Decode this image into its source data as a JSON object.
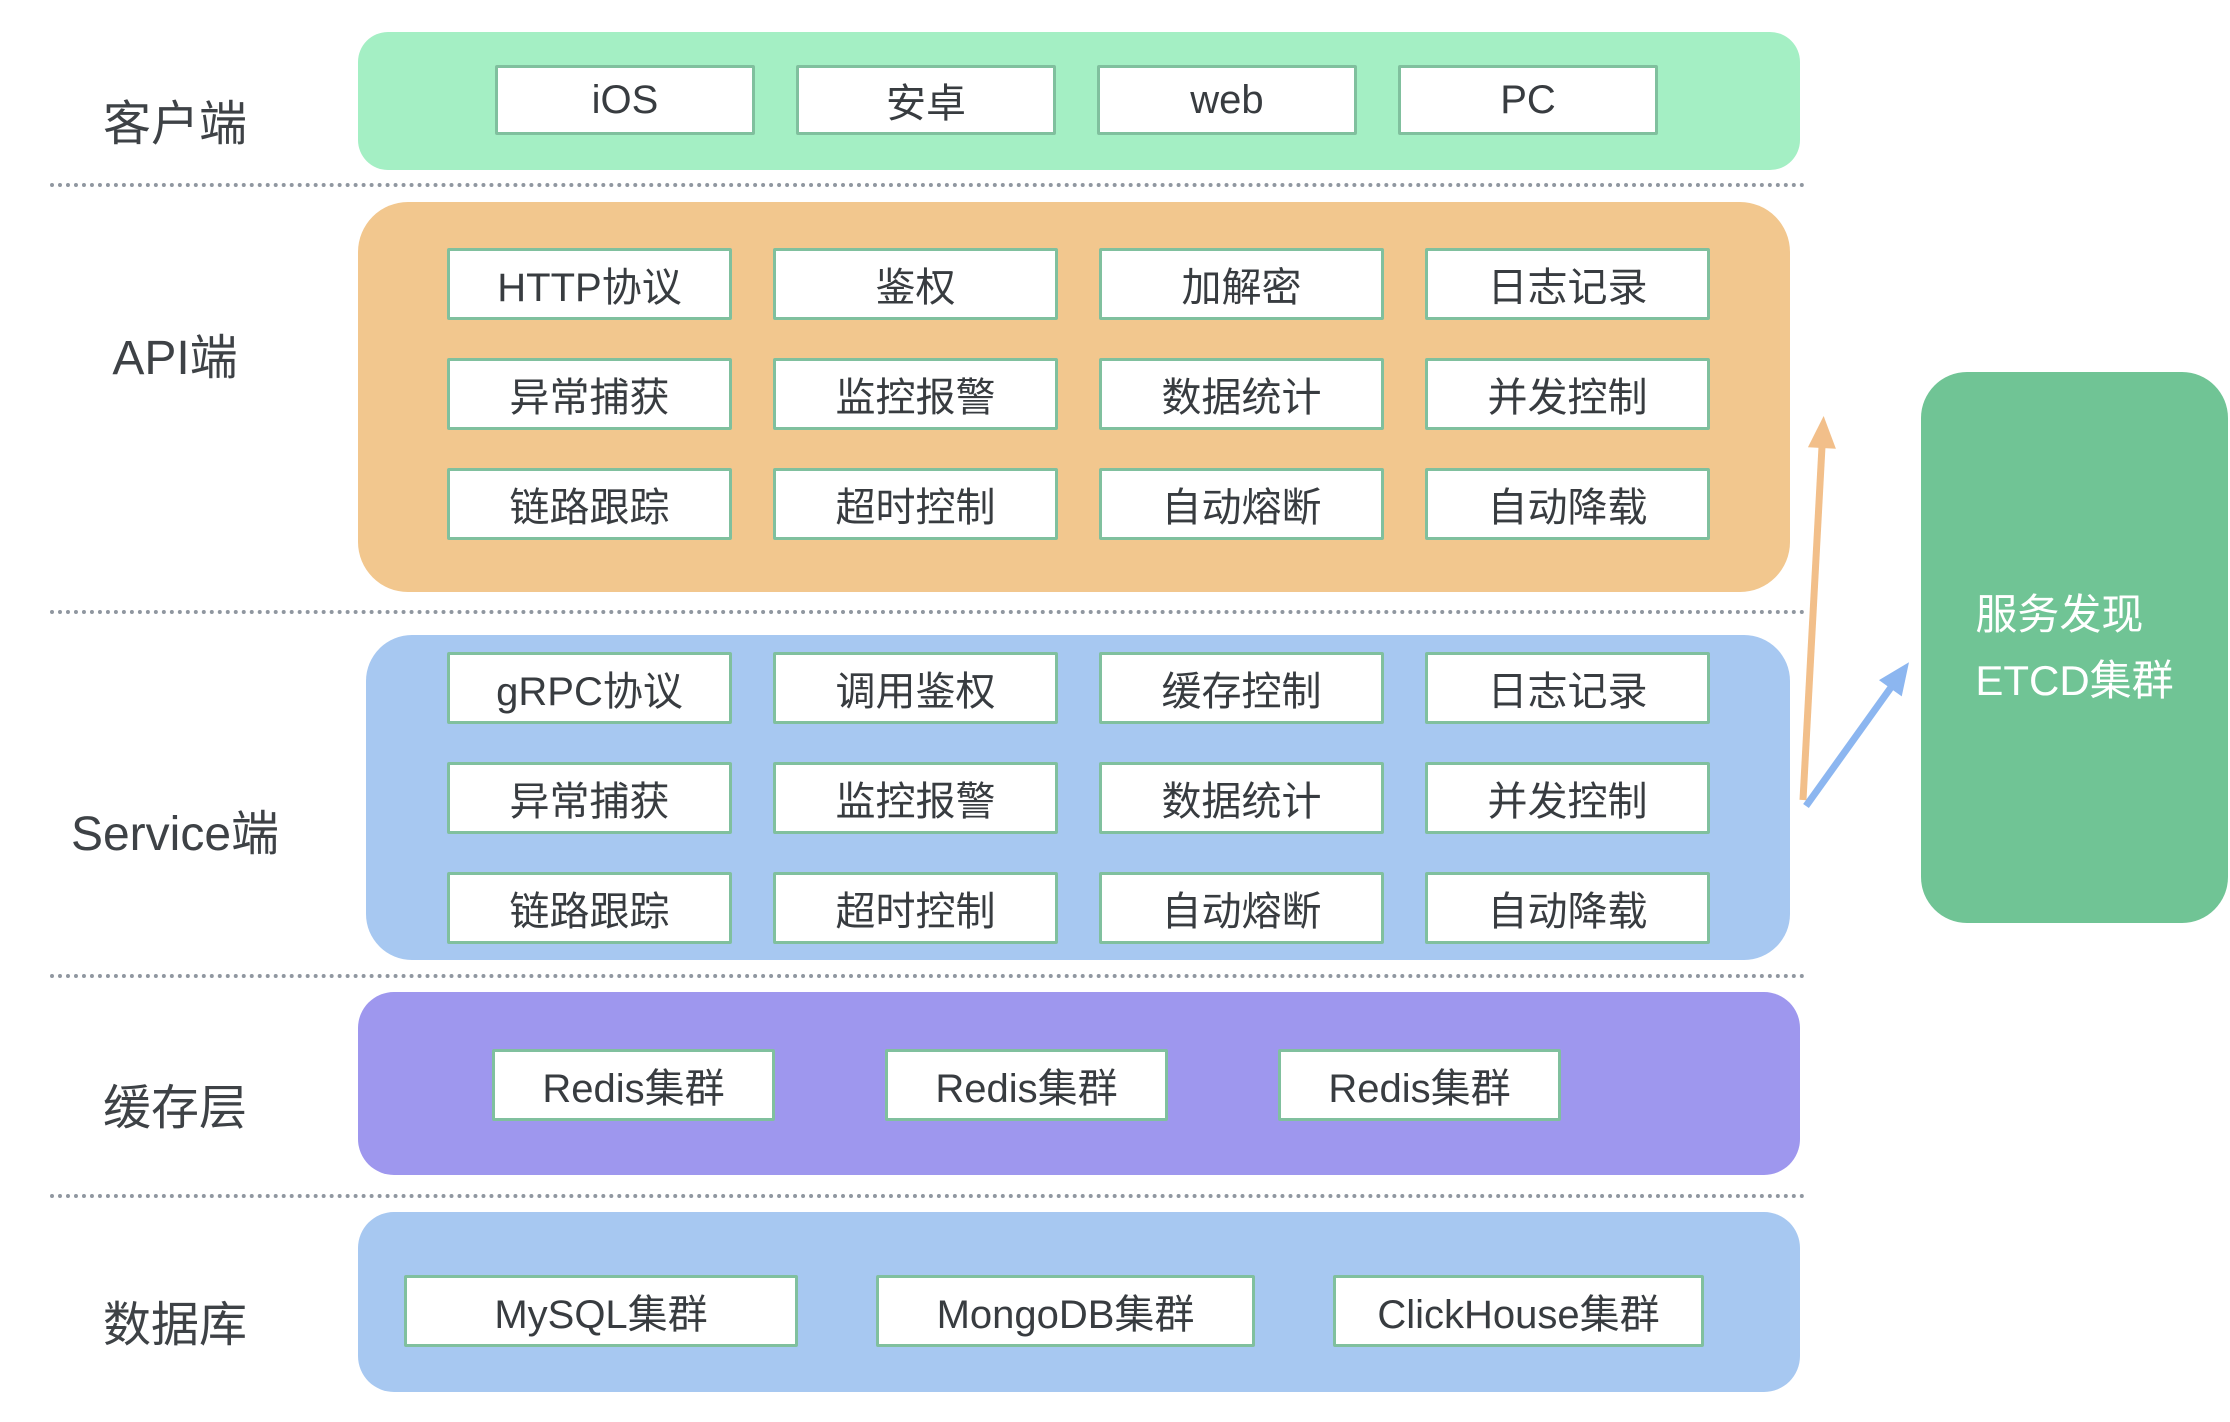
{
  "diagram": {
    "layers": [
      {
        "id": "client",
        "label": "客户端",
        "items": [
          "iOS",
          "安卓",
          "web",
          "PC"
        ]
      },
      {
        "id": "api",
        "label": "API端",
        "items": [
          "HTTP协议",
          "鉴权",
          "加解密",
          "日志记录",
          "异常捕获",
          "监控报警",
          "数据统计",
          "并发控制",
          "链路跟踪",
          "超时控制",
          "自动熔断",
          "自动降载"
        ]
      },
      {
        "id": "service",
        "label": "Service端",
        "items": [
          "gRPC协议",
          "调用鉴权",
          "缓存控制",
          "日志记录",
          "异常捕获",
          "监控报警",
          "数据统计",
          "并发控制",
          "链路跟踪",
          "超时控制",
          "自动熔断",
          "自动降载"
        ]
      },
      {
        "id": "cache",
        "label": "缓存层",
        "items": [
          "Redis集群",
          "Redis集群",
          "Redis集群"
        ]
      },
      {
        "id": "database",
        "label": "数据库",
        "items": [
          "MySQL集群",
          "MongoDB集群",
          "ClickHouse集群"
        ]
      }
    ],
    "etcd": {
      "line1": "服务发现",
      "line2": "ETCD集群"
    },
    "colors": {
      "client_bg": "#a4efc4",
      "api_bg": "#f2c78e",
      "service_bg": "#a7c8f1",
      "cache_bg": "#9e97ee",
      "database_bg": "#a7c8f1",
      "etcd_bg": "#70c495",
      "item_border": "#80c09e",
      "arrow_orange": "#f2bf8a",
      "arrow_blue": "#8cb6f0",
      "separator": "#9097a0",
      "label_text": "#3e4246"
    }
  }
}
